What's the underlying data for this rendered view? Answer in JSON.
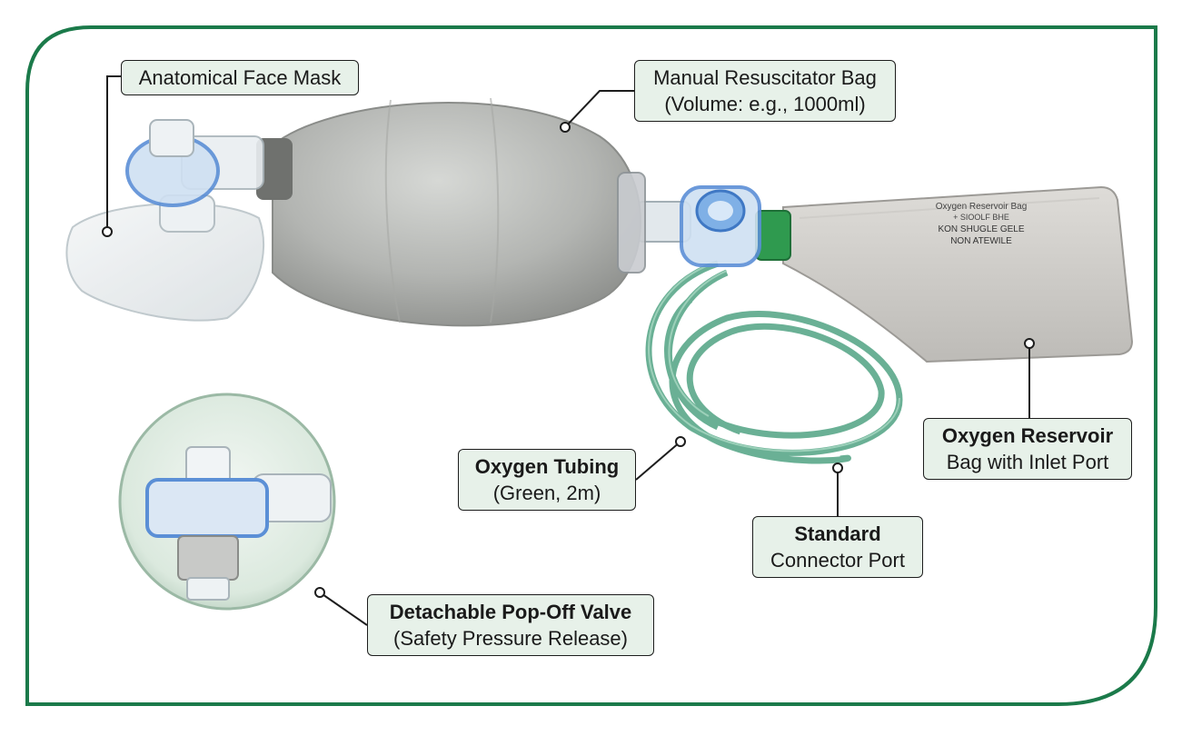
{
  "labels": {
    "face_mask": {
      "line1": "Anatomical Face Mask"
    },
    "resuscitator_bag": {
      "line1": "Manual Resuscitator Bag",
      "line2": "(Volume: e.g., 1000ml)"
    },
    "oxygen_reservoir": {
      "line1": "Oxygen Reservoir",
      "line2": "Bag with Inlet Port"
    },
    "oxygen_tubing": {
      "line1": "Oxygen Tubing",
      "line2": "(Green, 2m)"
    },
    "standard_connector": {
      "line1": "Standard",
      "line2": "Connector Port"
    },
    "popoff_valve": {
      "line1": "Detachable Pop-Off Valve",
      "line2": "(Safety Pressure Release)"
    }
  },
  "reservoir_print": {
    "line1": "Oxygen Reservoir Bag",
    "line2": "+ SIOOLF BHE",
    "line3": "KON SHUGLE GELE",
    "line4": "NON ATEWILE"
  },
  "colors": {
    "frame": "#1b7a4a",
    "callout_fill": "#e7f1e9",
    "callout_border": "#1d1d1d",
    "tubing": "#5aa88a",
    "bag": "#b7b9b6",
    "valve_blue": "#5b8fd6"
  }
}
